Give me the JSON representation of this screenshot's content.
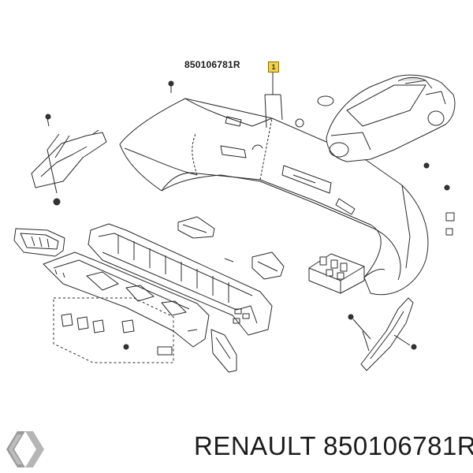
{
  "diagram": {
    "part_number_label": "850106781R",
    "callout_number": "1"
  },
  "footer": {
    "brand": "RENAULT",
    "part_number": "850106781R"
  },
  "icons": {
    "logo": "renault-diamond-logo"
  }
}
